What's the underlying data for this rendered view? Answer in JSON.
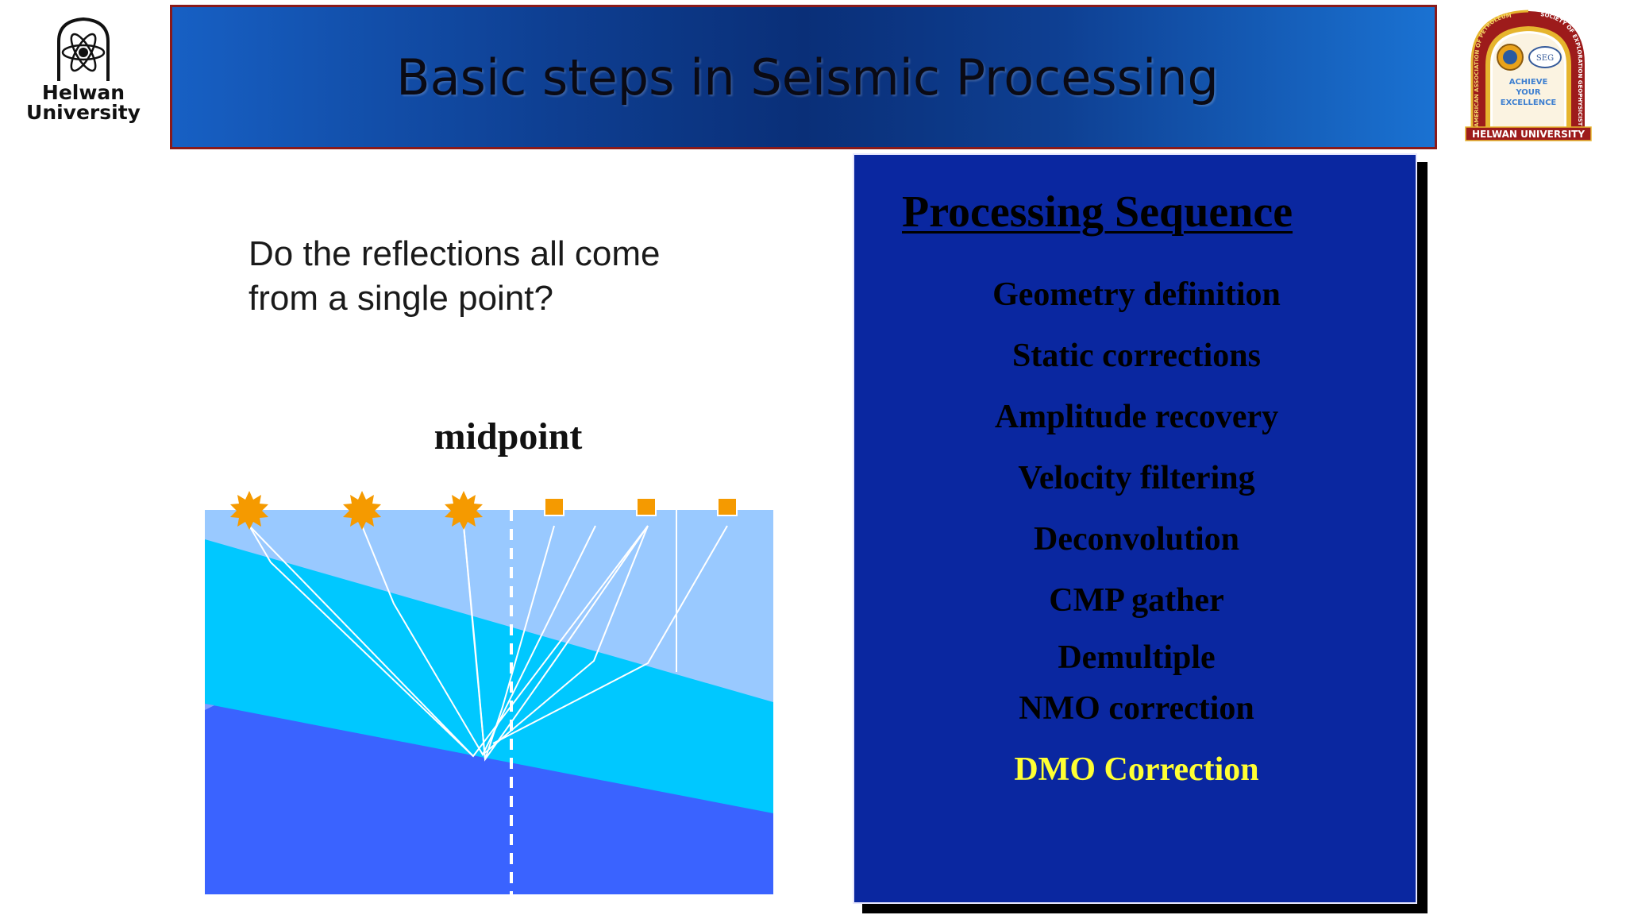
{
  "header": {
    "title": "Basic steps in Seismic Processing",
    "left_logo": {
      "icon": "helwan-university-atom-emblem-icon",
      "line1": "Helwan",
      "line2": "University"
    },
    "right_logo": {
      "icon": "aapg-seg-helwan-student-chapter-logo-icon",
      "top_text": "AMERICAN ASSOCIATION OF PETROLEUM GEOLOGISTS",
      "right_text": "SOCIETY OF EXPLORATION GEOPHYSICISTS",
      "center_badge": "SEG",
      "motto": [
        "ACHIEVE",
        "YOUR",
        "EXCELLENCE"
      ],
      "bottom_text": "HELWAN UNIVERSITY"
    }
  },
  "question": {
    "line1": "Do the reflections all come",
    "line2": "from a single point?"
  },
  "diagram": {
    "label": "midpoint",
    "source_icon": "sun-burst-source-icon",
    "receiver_icon": "square-receiver-icon",
    "colors": {
      "top_layer": "#99c9ff",
      "middle_layer": "#00c8ff",
      "bottom_layer": "#3a63ff",
      "source": "#f59a00",
      "receiver": "#f59a00",
      "ray": "#ffffff"
    }
  },
  "panel": {
    "heading": "Processing Sequence",
    "steps": [
      {
        "label": "Geometry definition",
        "highlight": false
      },
      {
        "label": "Static corrections",
        "highlight": false
      },
      {
        "label": "Amplitude recovery",
        "highlight": false
      },
      {
        "label": "Velocity filtering",
        "highlight": false
      },
      {
        "label": "Deconvolution",
        "highlight": false
      },
      {
        "label": "CMP gather",
        "highlight": false
      },
      {
        "label": "Demultiple",
        "highlight": false
      },
      {
        "label": "NMO correction",
        "highlight": false
      },
      {
        "label": "DMO Correction",
        "highlight": true
      }
    ],
    "colors": {
      "background": "#0a27a0",
      "text": "#000000",
      "highlight": "#ffff33"
    }
  }
}
